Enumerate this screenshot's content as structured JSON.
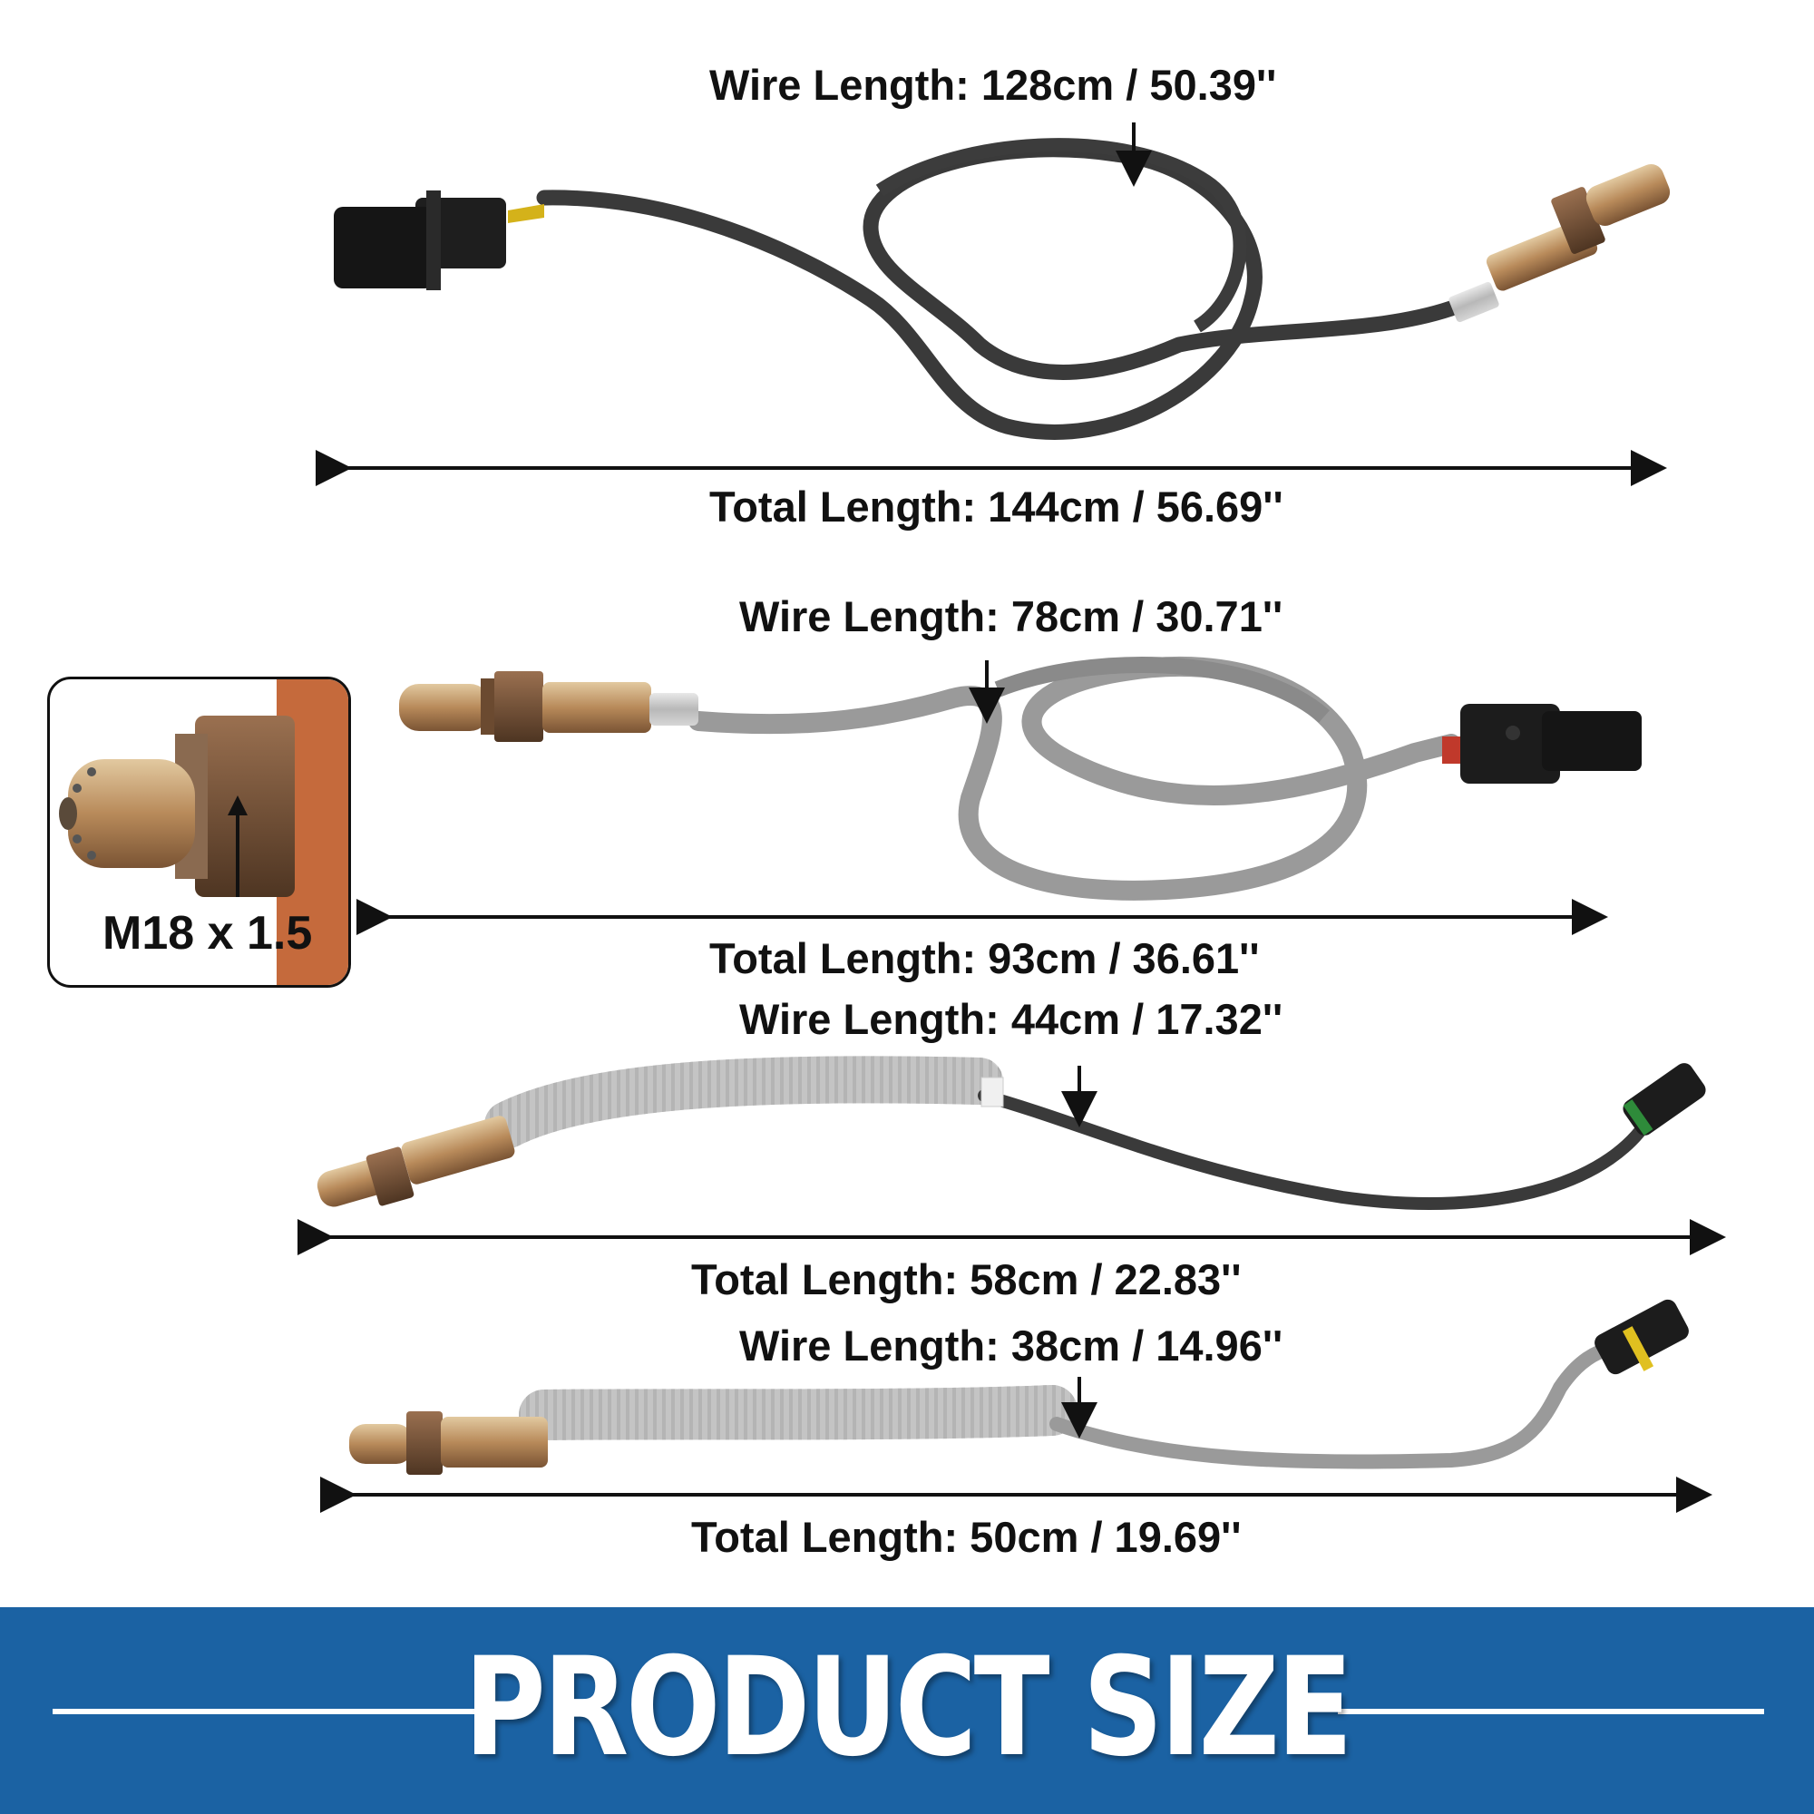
{
  "sensors": [
    {
      "wire_length": "Wire Length: 128cm / 50.39''",
      "total_length": "Total Length: 144cm / 56.69''",
      "cable_color": "#3a3a3a"
    },
    {
      "wire_length": "Wire Length: 78cm / 30.71''",
      "total_length": "Total Length: 93cm / 36.61''",
      "cable_color": "#9a9a9a"
    },
    {
      "wire_length": "Wire Length: 44cm / 17.32''",
      "total_length": "Total Length: 58cm / 22.83''",
      "cable_color": "#3a3a3a"
    },
    {
      "wire_length": "Wire Length: 38cm / 14.96''",
      "total_length": "Total Length: 50cm / 19.69''",
      "cable_color": "#9a9a9a"
    }
  ],
  "thread_detail": {
    "label": "M18 x 1.5"
  },
  "banner": {
    "title": "PRODUCT SIZE",
    "color": "#1b62a3"
  },
  "icons": [
    "oxygen-sensor-icon",
    "connector-plug-icon",
    "arrow-down-icon",
    "double-arrow-icon"
  ]
}
